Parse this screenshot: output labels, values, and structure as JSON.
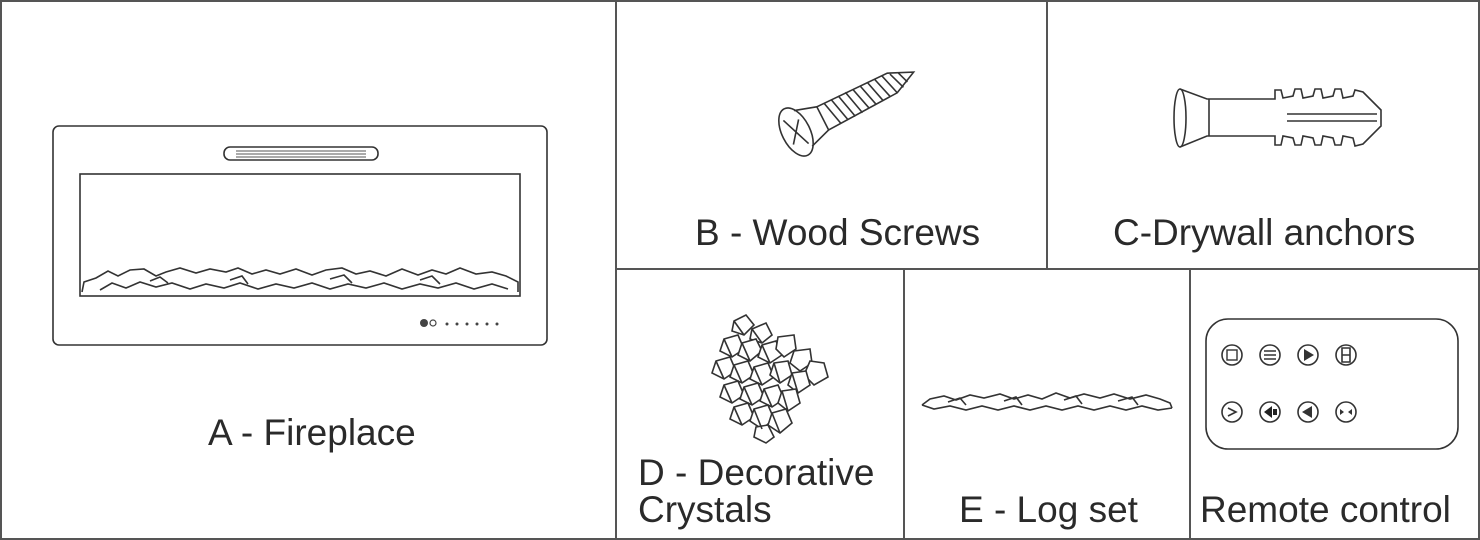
{
  "parts": {
    "a": {
      "label": "A - Fireplace"
    },
    "b": {
      "label": "B - Wood Screws"
    },
    "c": {
      "label": "C-Drywall anchors"
    },
    "d": {
      "label_line1": "D - Decorative",
      "label_line2": "Crystals"
    },
    "e": {
      "label": "E - Log set"
    },
    "f": {
      "label": "Remote control"
    }
  },
  "colors": {
    "line": "#333333",
    "text": "#2a2a2a",
    "background": "#ffffff"
  }
}
